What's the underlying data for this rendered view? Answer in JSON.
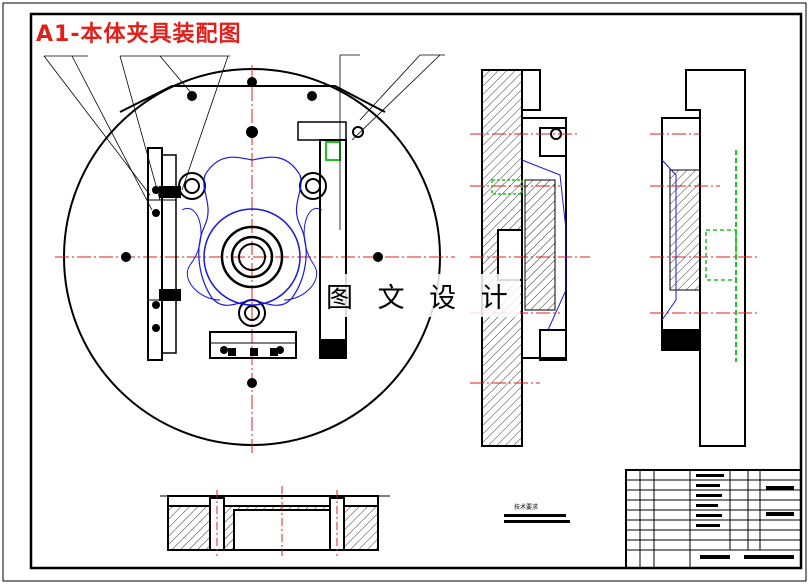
{
  "drawing": {
    "title": "A1-本体夹具装配图",
    "watermark": "图 文 设 计",
    "tech_requirements_label": "技术要求",
    "colors": {
      "title": "#e0201c",
      "outline": "#000000",
      "centerline": "#e0201c",
      "hidden": "#1a1ad8",
      "pin": "#22c022",
      "background": "#ffffff"
    }
  }
}
